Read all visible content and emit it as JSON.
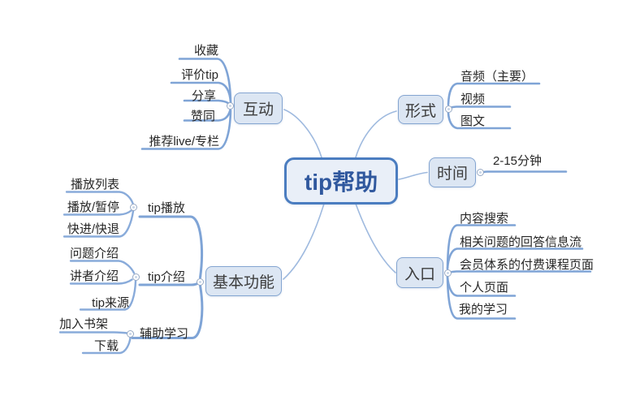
{
  "mindmap": {
    "root": {
      "label": "tip帮助"
    },
    "branches": [
      {
        "label": "互动",
        "children": [
          {
            "label": "收藏"
          },
          {
            "label": "评价tip"
          },
          {
            "label": "分享"
          },
          {
            "label": "赞同"
          },
          {
            "label": "推荐live/专栏"
          }
        ]
      },
      {
        "label": "形式",
        "children": [
          {
            "label": "音频（主要）"
          },
          {
            "label": "视频"
          },
          {
            "label": "图文"
          }
        ]
      },
      {
        "label": "时间",
        "children": [
          {
            "label": "2-15分钟"
          }
        ]
      },
      {
        "label": "入口",
        "children": [
          {
            "label": "内容搜索"
          },
          {
            "label": "相关问题的回答信息流"
          },
          {
            "label": "会员体系的付费课程页面"
          },
          {
            "label": "个人页面"
          },
          {
            "label": "我的学习"
          }
        ]
      },
      {
        "label": "基本功能",
        "children": [
          {
            "label": "tip播放",
            "children": [
              {
                "label": "播放列表"
              },
              {
                "label": "播放/暂停"
              },
              {
                "label": "快进/快退"
              }
            ]
          },
          {
            "label": "tip介绍",
            "children": [
              {
                "label": "问题介绍"
              },
              {
                "label": "讲者介绍"
              },
              {
                "label": "tip来源"
              }
            ]
          },
          {
            "label": "辅助学习",
            "children": [
              {
                "label": "加入书架"
              },
              {
                "label": "下载"
              }
            ]
          }
        ]
      }
    ]
  },
  "colors": {
    "canvas_background": "#FFFFFF",
    "central_border": "#4B7DC0",
    "central_fill": "#E9EFF8",
    "central_text": "#30589E",
    "branch_box_border": "#84A5D1",
    "branch_box_fill": "#DCE6F3",
    "branch_curve": "#9FBADF",
    "topic_underline": "#7FA4D6",
    "topic_text": "#262626"
  }
}
